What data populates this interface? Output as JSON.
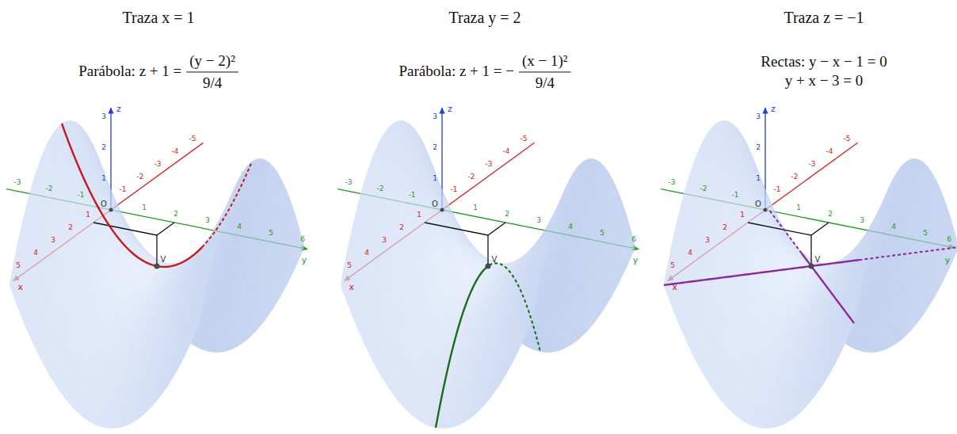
{
  "diagram": {
    "labels": [
      "Traza x = 1",
      "Parábola: z + 1 =",
      "(y − 2)²",
      "9/4",
      "z",
      "1",
      "2",
      "3",
      "x",
      "-5",
      "-4",
      "-3",
      "-2",
      "-1",
      "1",
      "2",
      "3",
      "4",
      "5",
      "y",
      "-3",
      "-2",
      "-1",
      "1",
      "2",
      "3",
      "4",
      "5",
      "6",
      "O",
      "V",
      "Traza y = 2",
      "Parábola: z + 1 = −",
      "(x − 1)²",
      "9/4",
      "z",
      "1",
      "2",
      "3",
      "x",
      "-5",
      "-4",
      "-3",
      "-2",
      "-1",
      "1",
      "2",
      "3",
      "4",
      "5",
      "y",
      "-3",
      "-2",
      "-1",
      "1",
      "2",
      "3",
      "4",
      "5",
      "6",
      "O",
      "V",
      "Traza z = −1",
      "Rectas: y − x − 1 = 0",
      "y + x − 3 = 0",
      "z",
      "1",
      "2",
      "3",
      "x",
      "-5",
      "-4",
      "-3",
      "-2",
      "-1",
      "1",
      "2",
      "3",
      "4",
      "5",
      "y",
      "-3",
      "-2",
      "-1",
      "1",
      "2",
      "3",
      "4",
      "5",
      "6",
      "O",
      "V"
    ]
  }
}
